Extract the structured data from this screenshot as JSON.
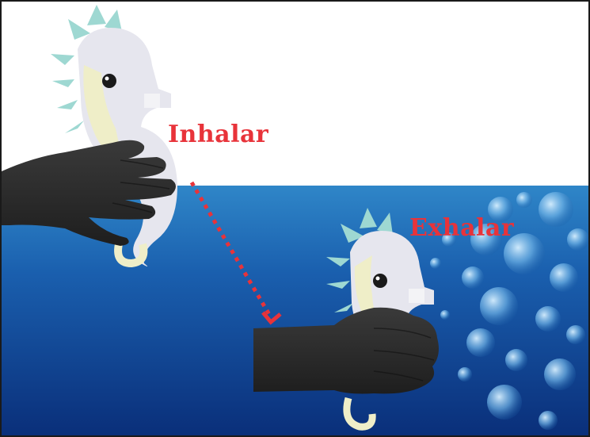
{
  "labels": {
    "inhale": "Inhalar",
    "exhale": "Exhalar"
  },
  "colors": {
    "label": "#e8333a",
    "arrow": "#e8333a",
    "water_top": "#2f7fc4",
    "water_bottom": "#0a2f7a",
    "hand": "#2b2b2b",
    "seahorse_body": "#e6e6ee",
    "seahorse_belly": "#efeec8",
    "seahorse_fins": "#9ed8d2"
  },
  "scene": {
    "upper_background": "white",
    "lower_background": "underwater-bubbles",
    "seahorse_top_state": "inflated",
    "seahorse_bottom_state": "squeezed"
  }
}
